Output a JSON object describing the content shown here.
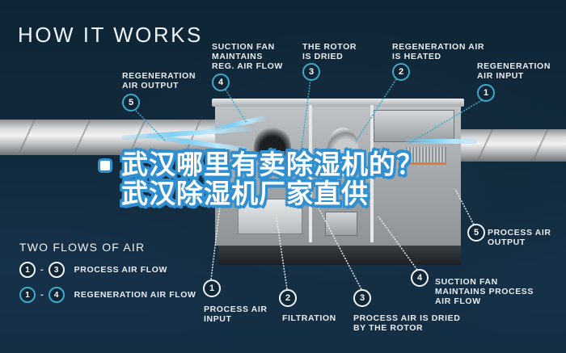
{
  "header": {
    "title": "HOW IT WORKS"
  },
  "colors": {
    "background": "#0f2637",
    "regeneration_accent": "#3fa9c9",
    "process_accent": "#f0f4f6",
    "overlay_stroke": "#2f8fd1",
    "heater": "#e07a3a",
    "airflow": "#7fd0f5"
  },
  "regeneration_callouts": [
    {
      "number": "1",
      "label": "REGENERATION\nAIR INPUT"
    },
    {
      "number": "2",
      "label": "REGENERATION AIR\nIS HEATED"
    },
    {
      "number": "3",
      "label": "THE ROTOR\nIS DRIED"
    },
    {
      "number": "4",
      "label": "SUCTION FAN\nMAINTAINS\nREG. AIR FLOW"
    },
    {
      "number": "5",
      "label": "REGENERATION\nAIR OUTPUT"
    }
  ],
  "process_callouts": [
    {
      "number": "1",
      "label": "PROCESS AIR\nINPUT"
    },
    {
      "number": "2",
      "label": "FILTRATION"
    },
    {
      "number": "3",
      "label": "PROCESS AIR IS DRIED\nBY THE ROTOR"
    },
    {
      "number": "4",
      "label": "SUCTION FAN\nMAINTAINS PROCESS\nAIR FLOW"
    },
    {
      "number": "5",
      "label": "PROCESS AIR\nOUTPUT"
    }
  ],
  "legend": {
    "title": "TWO FLOWS OF AIR",
    "rows": [
      {
        "from": "1",
        "dash": "-",
        "to": "3",
        "label": "PROCESS AIR FLOW"
      },
      {
        "from": "1",
        "dash": "-",
        "to": "4",
        "label": "REGENERATION AIR FLOW"
      }
    ]
  },
  "overlay": {
    "line1": "武汉哪里有卖除湿机的？",
    "line2": "武汉除湿机厂家直供"
  }
}
